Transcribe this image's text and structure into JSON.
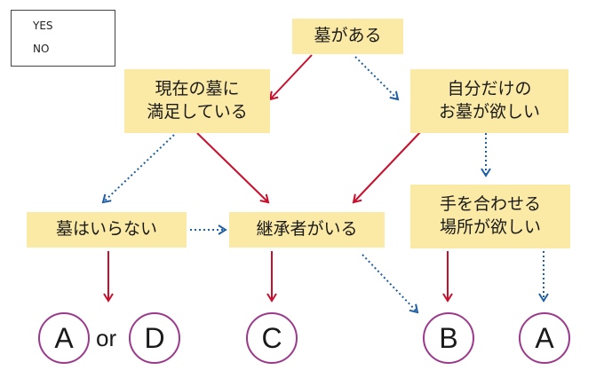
{
  "legend": {
    "yes_label": "YES",
    "no_label": "NO",
    "yes_color": "#c8102e",
    "no_color": "#1f5fa3"
  },
  "nodes": {
    "start": "墓がある",
    "satisfied": "現在の墓に\n満足している",
    "own_grave": "自分だけの\nお墓が欲しい",
    "no_grave": "墓はいらない",
    "successor": "継承者がいる",
    "place": "手を合わせる\n場所が欲しい"
  },
  "results": {
    "ad_a": "A",
    "ad_or": "or",
    "ad_d": "D",
    "c": "C",
    "b": "B",
    "a": "A"
  },
  "colors": {
    "box_fill": "#fbe9a6",
    "circle_border": "#9b3a8c"
  }
}
